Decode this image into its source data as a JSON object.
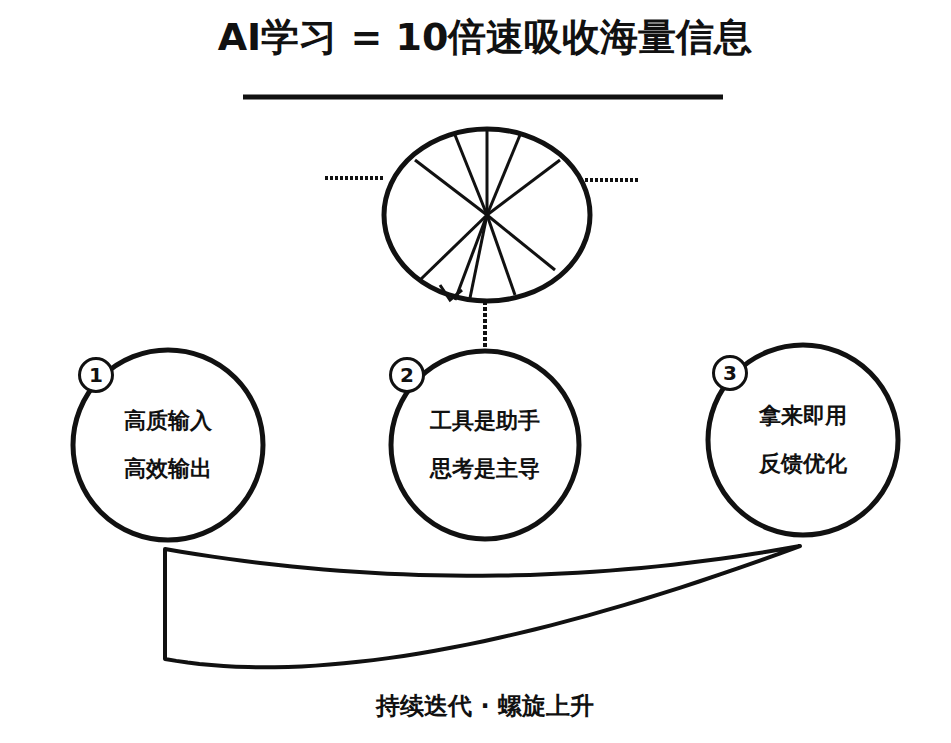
{
  "diagram": {
    "title": "AI学习 = 10倍速吸收海量信息",
    "caption": "持续迭代 · 螺旋上升",
    "nodes": [
      {
        "text": [
          "高质输入",
          "高效输出"
        ]
      },
      {
        "text": [
          "工具是助手",
          "思考是主导"
        ]
      },
      {
        "text": [
          "拿来即用",
          "反馈优化"
        ]
      }
    ],
    "edges": [
      {
        "from": 0,
        "to": 2,
        "arrow": "none"
      }
    ],
    "labels": [
      "1",
      "2",
      "3"
    ]
  }
}
